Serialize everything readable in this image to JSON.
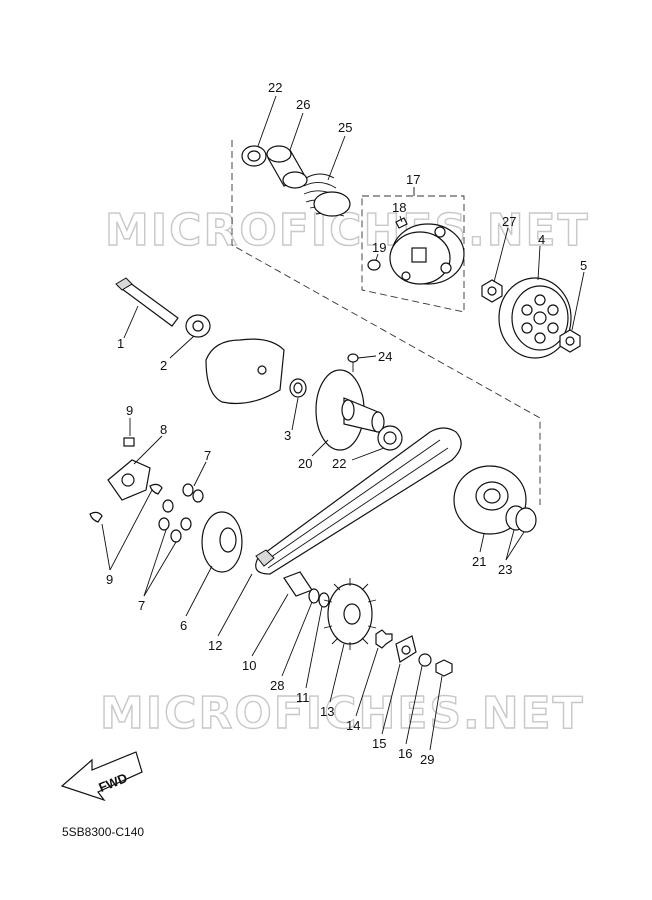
{
  "watermarks": [
    "MICROFICHES.NET",
    "MICROFICHES.NET"
  ],
  "diagram_code": "5SB8300-C140",
  "fwd_label": "FWD",
  "part_labels": {
    "p22a": "22",
    "p26": "26",
    "p25": "25",
    "p17": "17",
    "p18": "18",
    "p19": "19",
    "p27": "27",
    "p4": "4",
    "p5": "5",
    "p1": "1",
    "p2": "2",
    "p24": "24",
    "p3": "3",
    "p20": "20",
    "p22b": "22",
    "p9a": "9",
    "p8": "8",
    "p7a": "7",
    "p9b": "9",
    "p7b": "7",
    "p6": "6",
    "p12": "12",
    "p10": "10",
    "p28": "28",
    "p11": "11",
    "p13": "13",
    "p14": "14",
    "p15": "15",
    "p16": "16",
    "p29": "29",
    "p21": "21",
    "p23": "23"
  }
}
